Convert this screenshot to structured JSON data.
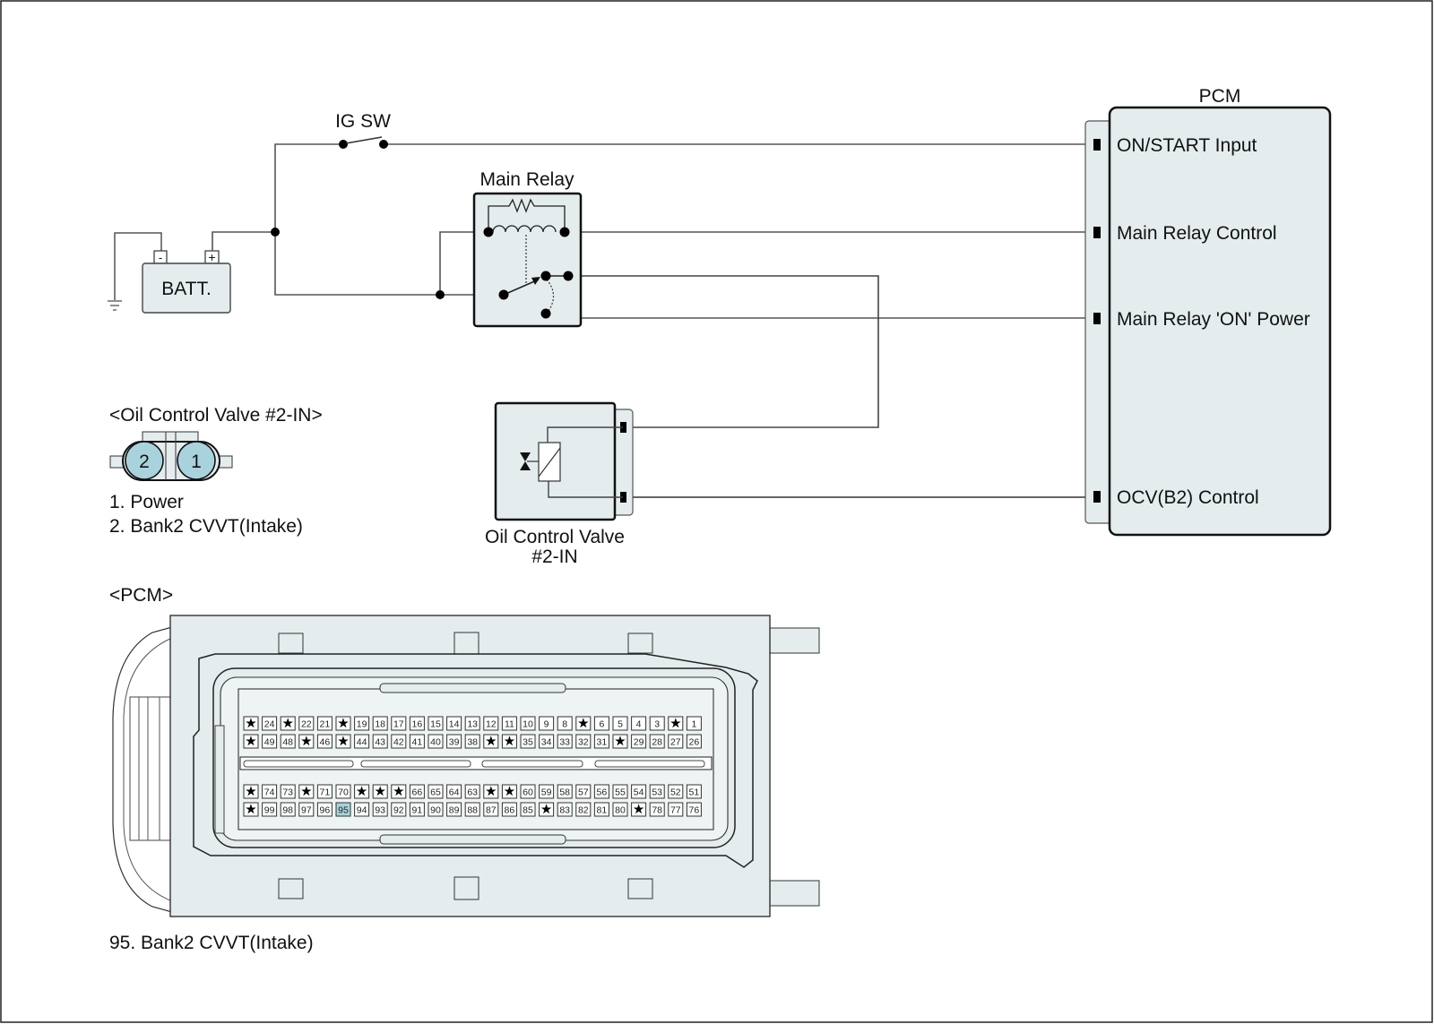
{
  "diagram": {
    "title_pcm": "PCM",
    "ig_switch_label": "IG SW",
    "battery_label": "BATT.",
    "battery_minus": "-",
    "battery_plus": "+",
    "main_relay_label": "Main Relay",
    "ocv_label_line1": "Oil Control Valve",
    "ocv_label_line2": "#2-IN",
    "pcm_pins": [
      {
        "label": "ON/START Input"
      },
      {
        "label": "Main Relay Control"
      },
      {
        "label": "Main Relay 'ON' Power"
      },
      {
        "label": "OCV(B2) Control"
      }
    ]
  },
  "ocv_connector": {
    "title": "<Oil Control Valve #2-IN>",
    "pins": [
      {
        "num": "2"
      },
      {
        "num": "1"
      }
    ],
    "legend": [
      "1. Power",
      "2. Bank2 CVVT(Intake)"
    ],
    "pin_fill": "#a9d3dc"
  },
  "pcm_connector": {
    "title": "<PCM>",
    "highlight_pin": "95",
    "highlight_color": "#a9d3dc",
    "rows": [
      [
        "★",
        "24",
        "★",
        "22",
        "21",
        "★",
        "19",
        "18",
        "17",
        "16",
        "15",
        "14",
        "13",
        "12",
        "11",
        "10",
        "9",
        "8",
        "★",
        "6",
        "5",
        "4",
        "3",
        "★",
        "1"
      ],
      [
        "★",
        "49",
        "48",
        "★",
        "46",
        "★",
        "44",
        "43",
        "42",
        "41",
        "40",
        "39",
        "38",
        "★",
        "★",
        "35",
        "34",
        "33",
        "32",
        "31",
        "★",
        "29",
        "28",
        "27",
        "26"
      ],
      [
        "★",
        "74",
        "73",
        "★",
        "71",
        "70",
        "★",
        "★",
        "★",
        "66",
        "65",
        "64",
        "63",
        "★",
        "★",
        "60",
        "59",
        "58",
        "57",
        "56",
        "55",
        "54",
        "53",
        "52",
        "51"
      ],
      [
        "★",
        "99",
        "98",
        "97",
        "96",
        "95",
        "94",
        "93",
        "92",
        "91",
        "90",
        "89",
        "88",
        "87",
        "86",
        "85",
        "★",
        "83",
        "82",
        "81",
        "80",
        "★",
        "78",
        "77",
        "76"
      ]
    ],
    "legend": "95. Bank2 CVVT(Intake)"
  },
  "colors": {
    "component_fill": "#e4ecee",
    "wire": "#555555",
    "outline": "#111111"
  }
}
